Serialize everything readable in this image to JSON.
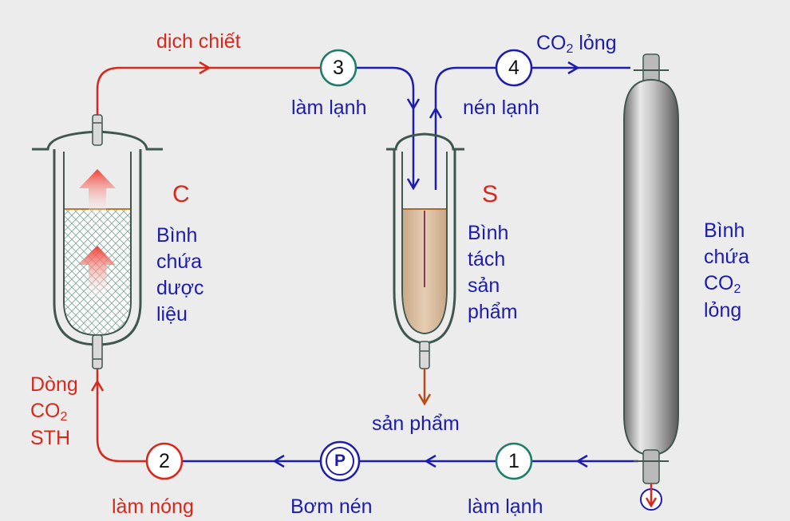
{
  "top_left_label": "dịch chiết",
  "top_right_label": {
    "main": "CO",
    "sub": "2",
    "after": " lỏng"
  },
  "stage_labels": {
    "cooling_3": "làm lạnh",
    "compress_cool_4": "nén lạnh",
    "cooling_1": "làm lạnh",
    "pump": "Bơm nén",
    "heating_2": "làm nóng"
  },
  "nodes": {
    "n3": "3",
    "n4": "4",
    "n1": "1",
    "n2": "2",
    "pump": "P"
  },
  "vessel_c": {
    "letter": "C",
    "lines": [
      "Bình",
      "chứa",
      "dược",
      "liệu"
    ]
  },
  "vessel_s": {
    "letter": "S",
    "lines": [
      "Bình",
      "tách",
      "sản",
      "phẩm"
    ]
  },
  "tank": {
    "line1": "Bình",
    "line2": "chứa",
    "line3_main": "CO",
    "line3_sub": "2",
    "line4": "lỏng"
  },
  "product_label": "sản phẩm",
  "stream_label": {
    "line1": "Dòng",
    "line2_main": "CO",
    "line2_sub": "2",
    "line3": "STH"
  },
  "colors": {
    "flow_red": "#d8281c",
    "flow_blue": "#1c1cae",
    "node_ring": "#1f7c6a",
    "vessel_stroke": "#40574f"
  }
}
